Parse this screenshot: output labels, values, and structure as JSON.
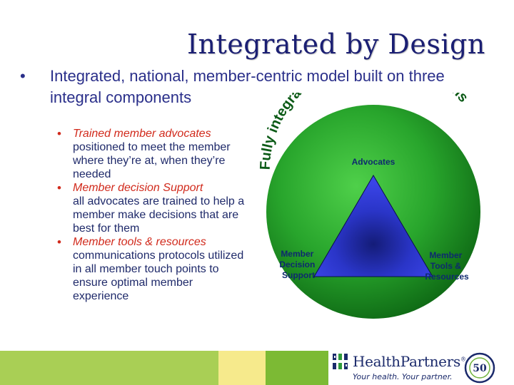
{
  "slide": {
    "title": "Integrated by Design",
    "main_bullet": {
      "marker": "•",
      "text": "Integrated, national, member-centric model built on three integral components"
    },
    "sub_bullets": [
      {
        "marker": "•",
        "heading": "Trained member advocates",
        "text": "positioned to meet the member where they’re at, when they’re needed"
      },
      {
        "marker": "•",
        "heading": "Member decision Support",
        "text": "all advocates are trained to help a member make decisions that are best for them"
      },
      {
        "marker": "•",
        "heading": "Member tools & resources",
        "text": "communications protocols utilized in all member touch points to ensure optimal member experience"
      }
    ]
  },
  "diagram": {
    "arc_text": "Fully integrated systems and platforms",
    "labels": {
      "top": "Advocates",
      "left": [
        "Member",
        "Decision",
        "Support"
      ],
      "right": [
        "Member",
        "Tools &",
        "Resources"
      ]
    },
    "colors": {
      "circle_light": "#4fd04a",
      "circle_dark": "#0f6a15",
      "triangle_light": "#3a44e6",
      "triangle_dark": "#141c78",
      "arc_text": "#0b5a16",
      "label_text": "#0e2a6e"
    }
  },
  "footer": {
    "brand_name": "HealthPartners",
    "trademark": "®",
    "tagline": "Your health. Your partner.",
    "seal_number": "50",
    "colors": {
      "band_green": "#a9cf55",
      "band_yellow": "#f6ea8c",
      "band_dark_green": "#7cba34",
      "brand_blue": "#1b2a6b"
    }
  }
}
